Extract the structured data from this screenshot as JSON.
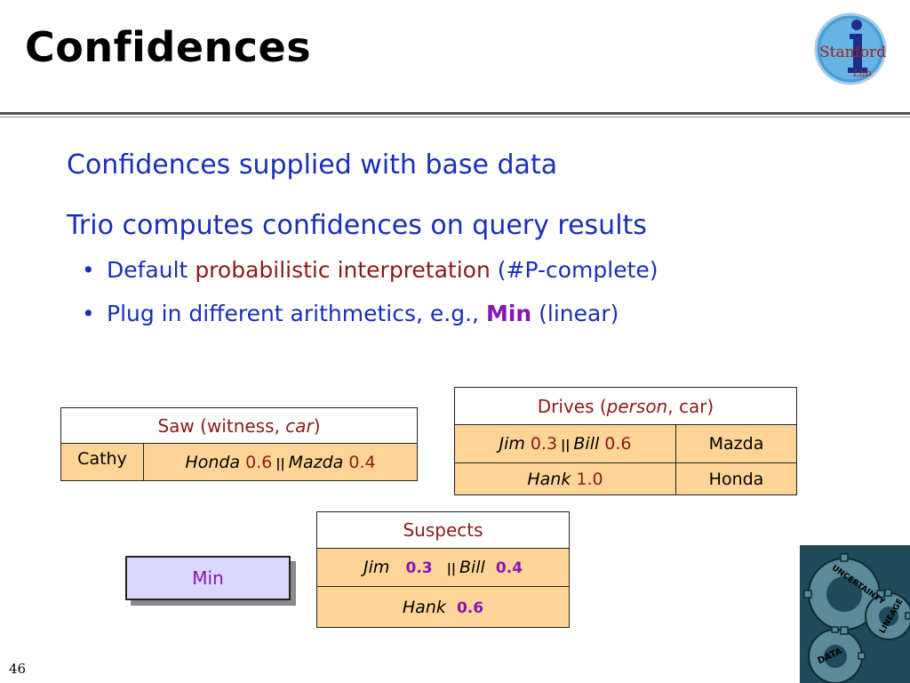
{
  "slide": {
    "title": "Confidences",
    "page_number": "46",
    "logo_text": "Stanford",
    "logo_sub": "Lab",
    "gears_labels": [
      "UNCERTAINTY",
      "LINEAGE",
      "DATA"
    ]
  },
  "content": {
    "point1": "Confidences supplied with base data",
    "point2": "Trio computes confidences on query results",
    "sub1": {
      "pre": "Default",
      "red": "probabilistic interpretation",
      "post": "(#P-complete)"
    },
    "sub2": {
      "pre": "Plug in different arithmetics, e.g.,",
      "highlight": "Min",
      "post": "(linear)"
    }
  },
  "saw": {
    "header": {
      "name": "Saw (witness,",
      "italic": "car",
      "close": ")"
    },
    "row": {
      "witness": "Cathy",
      "alt1": "Honda",
      "c1": "0.6",
      "sep": "||",
      "alt2": "Mazda",
      "c2": "0.4"
    }
  },
  "drives": {
    "header": {
      "name": "Drives (",
      "italic": "person",
      "rest": ", car)"
    },
    "rows": [
      {
        "p1": "Jim",
        "c1": "0.3",
        "sep": "||",
        "p2": "Bill",
        "c2": "0.6",
        "car": "Mazda"
      },
      {
        "p1": "Hank",
        "c1": "1.0",
        "car": "Honda"
      }
    ]
  },
  "suspects": {
    "header": "Suspects",
    "rows": [
      {
        "p1": "Jim",
        "c1": "0.3",
        "sep": "||",
        "p2": "Bill",
        "c2": "0.4"
      },
      {
        "p1": "Hank",
        "c1": "0.6"
      }
    ]
  },
  "min_box": "Min",
  "colors": {
    "accent_blue": "#1a2fb8",
    "dark_red": "#8b1a1a",
    "purple": "#8a13b5",
    "cell_orange": "#fed596",
    "min_box_fill": "#d9d8fc"
  }
}
